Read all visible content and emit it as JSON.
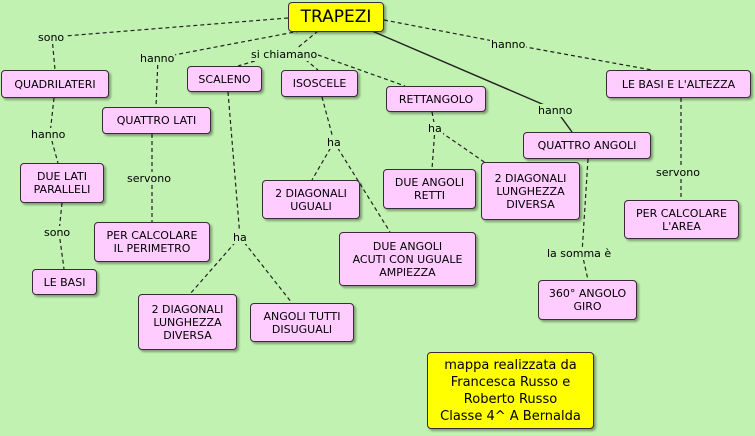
{
  "colors": {
    "background": "#c1f2b1",
    "concept": "#ffccff",
    "highlight": "#ffff00",
    "line": "#222222"
  },
  "nodes": {
    "trapezi": "TRAPEZI",
    "quadrilateri": "QUADRILATERI",
    "quattro_lati": "QUATTRO LATI",
    "scaleno": "SCALENO",
    "isoscele": "ISOSCELE",
    "rettangolo": "RETTANGOLO",
    "basi_altezza": "LE BASI E L'ALTEZZA",
    "due_lati_paralleli": "DUE LATI\nPARALLELI",
    "le_basi": "LE BASI",
    "perimetro": "PER CALCOLARE\nIL PERIMETRO",
    "diagonali_uguali": "2 DIAGONALI\nUGUALI",
    "angoli_acuti": "DUE ANGOLI\nACUTI CON UGUALE\nAMPIEZZA",
    "angoli_retti": "DUE ANGOLI\nRETTI",
    "diagonali_diverse_rettangolo": "2 DIAGONALI\nLUNGHEZZA\nDIVERSA",
    "quattro_angoli": "QUATTRO ANGOLI",
    "area": "PER CALCOLARE\nL'AREA",
    "diagonali_diverse_scaleno": "2 DIAGONALI\nLUNGHEZZA\nDIVERSA",
    "angoli_disuguali": "ANGOLI TUTTI\nDISUGUALI",
    "angolo_giro": "360° ANGOLO\nGIRO",
    "credits": "mappa realizzata da\nFrancesca Russo e\nRoberto Russo\nClasse 4^ A Bernalda"
  },
  "links": {
    "sono_quadrilateri": "sono",
    "hanno_quattro_lati": "hanno",
    "si_chiamano": "si chiamano",
    "hanno_basi_altezza": "hanno",
    "hanno_quattro_angoli": "hanno",
    "hanno_due_lati": "hanno",
    "servono_perimetro": "servono",
    "sono_le_basi": "sono",
    "ha_isoscele": "ha",
    "ha_rettangolo": "ha",
    "servono_area": "servono",
    "ha_scaleno": "ha",
    "la_somma": "la somma è"
  }
}
